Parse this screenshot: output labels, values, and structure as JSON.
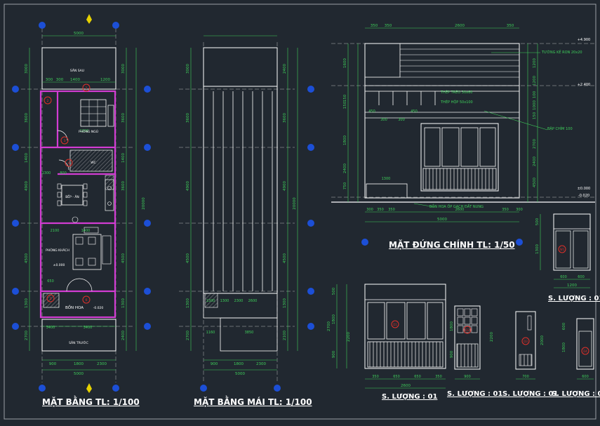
{
  "colors": {
    "background": "#212830",
    "line": "#ffffff",
    "dimension": "#3ecf5a",
    "wall": "#d23cd2",
    "grid_axis": "#c8c8c8",
    "marker": "#e0302a",
    "bubble": "#1c4fd6",
    "north": "#e6d200"
  },
  "titles": {
    "plan": "MẶT BẰNG TL: 1/100",
    "roof": "MẶT BẰNG MÁI TL: 1/100",
    "elevation": "MẶT ĐỨNG CHÍNH TL: 1/50",
    "schedule": [
      "S. LƯỢNG : 01",
      "S. LƯỢNG : 01",
      "S. LƯỢNG : 01",
      "S. LƯỢNG : 01",
      "S. LƯỢNG : 01"
    ]
  },
  "plan": {
    "dims_x_top": [
      "5000"
    ],
    "dims_x_row2": [
      "300",
      "300",
      "1400",
      "1200"
    ],
    "dims_x_bottom": [
      "900",
      "1800",
      "2300"
    ],
    "dims_x_total": "5000",
    "dims_y_left": [
      "3000",
      "3600",
      "1400",
      "4900",
      "4500",
      "1300",
      "2700"
    ],
    "dims_y_right": [
      "3000",
      "3600",
      "1400",
      "3600",
      "4500",
      "1300",
      "2400"
    ],
    "dims_y_total": "20000",
    "inner_dims": [
      "1300",
      "800",
      "2100",
      "1400",
      "3400",
      "3400",
      "1000",
      "650",
      "750",
      "1200"
    ],
    "rooms": {
      "rear_yard": "SÂN SAU",
      "bedroom": "PHÒNG NGỦ",
      "wc": "WC",
      "dining": "BẾP - ĂN",
      "living": "PHÒNG KHÁCH",
      "planter": "BỒN HOA",
      "front_yard": "SÂN TRƯỚC"
    },
    "levels": [
      "±0.000",
      "-0.020"
    ]
  },
  "roof": {
    "dims_x": [
      "900",
      "1800",
      "2300"
    ],
    "dims_x_total": "5000",
    "dims_inner": [
      "1160",
      "3850",
      "2300",
      "2600",
      "1300",
      "1300"
    ],
    "dims_y_left": [
      "3000",
      "3600",
      "4900",
      "4500",
      "1300",
      "2700"
    ],
    "dims_y_right": [
      "2400",
      "3600",
      "4900",
      "4500",
      "1300",
      "2100"
    ],
    "dims_y_total": "20000"
  },
  "elevation": {
    "dims_top": [
      "350",
      "350",
      "2600",
      "350"
    ],
    "dims_bottom": [
      "300",
      "350",
      "350",
      "2600",
      "350",
      "300"
    ],
    "dims_total": "5000",
    "dims_left": [
      "1600",
      "150",
      "150",
      "1800",
      "2400",
      "750"
    ],
    "dims_right": [
      "1200",
      "1200",
      "100",
      "1000",
      "150",
      "2700",
      "2400",
      "4500"
    ],
    "inner_dims": [
      "450",
      "450",
      "300",
      "300",
      "1300"
    ],
    "levels": [
      "+4.900",
      "+2.400",
      "±0.000",
      "-0.020"
    ],
    "notes": [
      "TƯỜNG KẺ RON 20x20",
      "THÉP TRÉO 30x60",
      "THÉP HỘP 50x100",
      "BẬP CHỈM 100",
      "BỒN HOA ỐP GẠCH ĐẤT NUNG"
    ]
  },
  "schedule": {
    "d1_dims": [
      "350",
      "650",
      "650",
      "350"
    ],
    "d1_total": "2600",
    "d1_left": [
      "500",
      "1800",
      "900"
    ],
    "d1_left_total": "2700",
    "d1_right": [
      "2200"
    ],
    "d2_dims": [
      "900"
    ],
    "d2_left": [
      "1800",
      "900"
    ],
    "d2_right": [
      "2200"
    ],
    "d3_dims": [
      "700"
    ],
    "d3_right": [
      "2000"
    ],
    "d4_dims": [
      "600"
    ],
    "d4_left": [
      "600",
      "1800"
    ],
    "w1_dims": [
      "600",
      "600"
    ],
    "w1_total": "1200",
    "w1_left": [
      "500",
      "1300"
    ]
  },
  "labels": {
    "plan_marks": [
      "1",
      "2",
      "3",
      "4",
      "5",
      "6"
    ],
    "door_marks": [
      "D1",
      "D2",
      "D3",
      "D4",
      "W1"
    ]
  }
}
